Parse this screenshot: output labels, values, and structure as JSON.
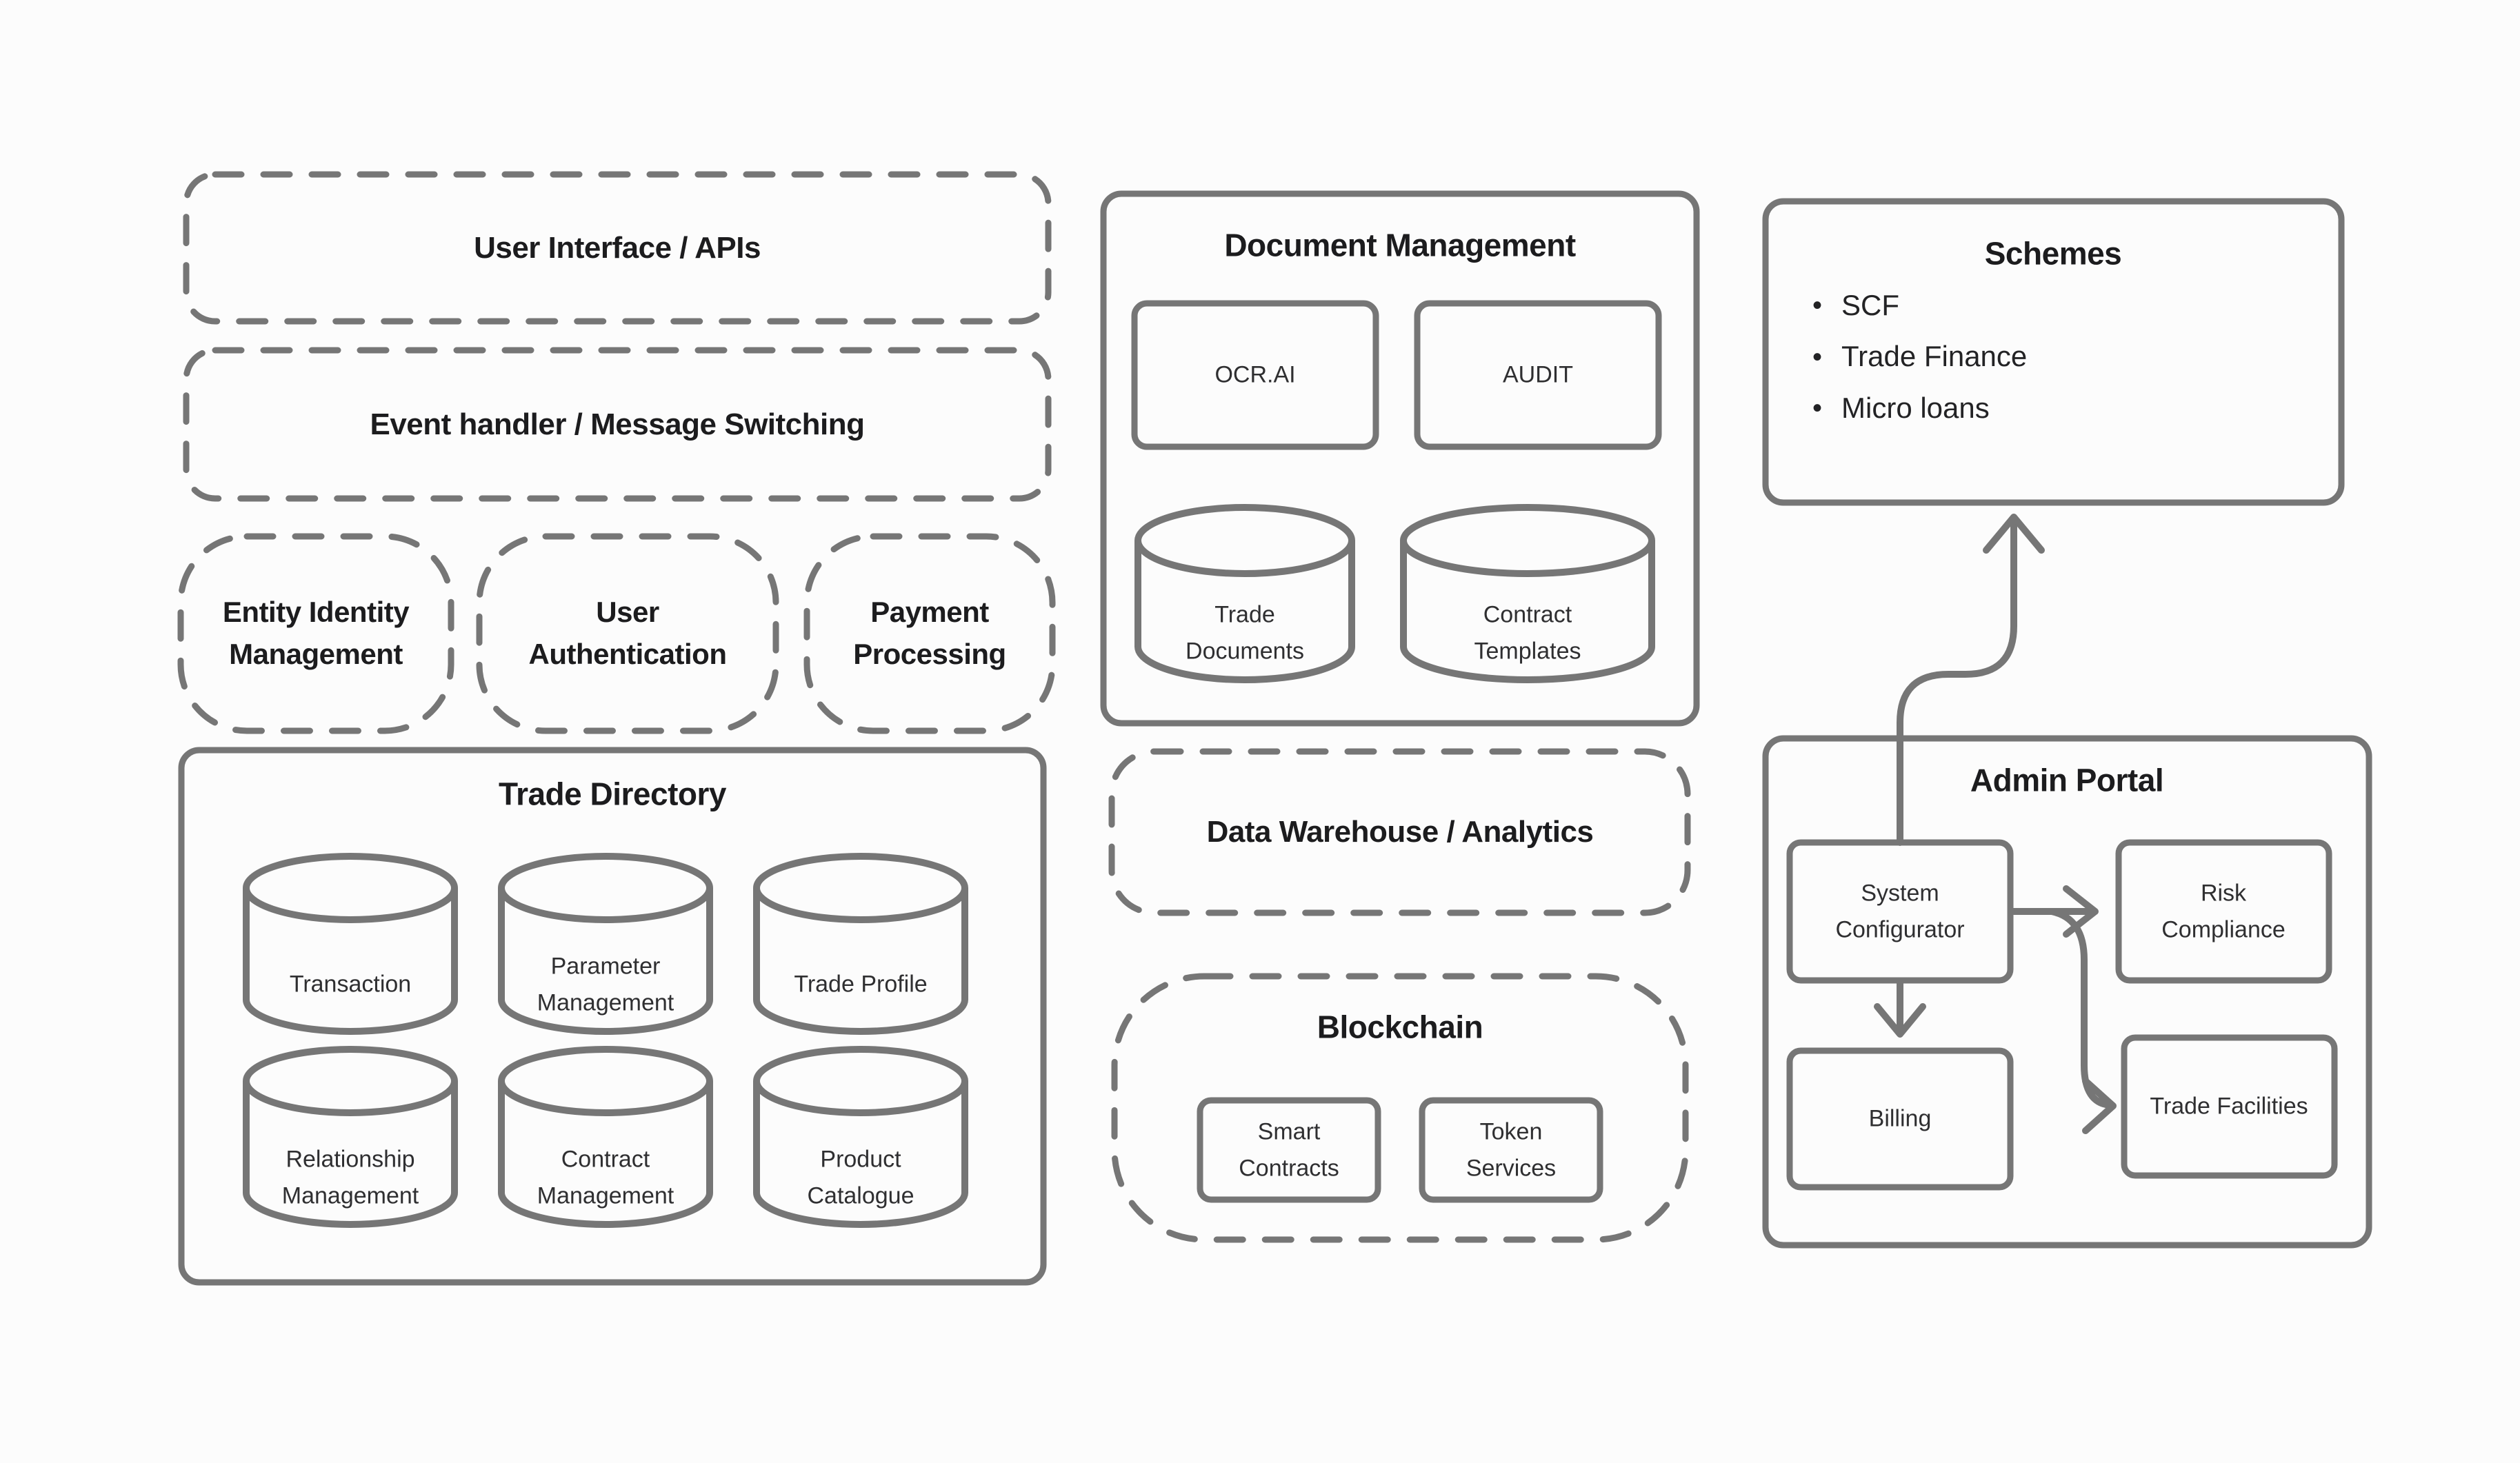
{
  "diagram": {
    "colors": {
      "stroke": "#767676",
      "title_text": "#1c1c1e",
      "label_text": "#2f2f31",
      "background": "#fcfcfc"
    },
    "left": {
      "ui_apis": "User Interface / APIs",
      "event_handler": "Event handler / Message Switching",
      "entity_identity": "Entity Identity\nManagement",
      "user_auth": "User\nAuthentication",
      "payment_processing": "Payment\nProcessing"
    },
    "trade_directory": {
      "title": "Trade Directory",
      "cylinders": [
        "Transaction",
        "Parameter\nManagement",
        "Trade Profile",
        "Relationship\nManagement",
        "Contract\nManagement",
        "Product\nCatalogue"
      ]
    },
    "document_management": {
      "title": "Document Management",
      "ocr": "OCR.AI",
      "audit": "AUDIT",
      "cylinders": [
        "Trade\nDocuments",
        "Contract\nTemplates"
      ]
    },
    "data_warehouse": "Data Warehouse / Analytics",
    "blockchain": {
      "title": "Blockchain",
      "smart_contracts": "Smart\nContracts",
      "token_services": "Token\nServices"
    },
    "schemes": {
      "title": "Schemes",
      "items": [
        "SCF",
        "Trade Finance",
        "Micro loans"
      ]
    },
    "admin_portal": {
      "title": "Admin Portal",
      "system_configurator": "System\nConfigurator",
      "risk_compliance": "Risk\nCompliance",
      "billing": "Billing",
      "trade_facilities": "Trade Facilities"
    }
  }
}
